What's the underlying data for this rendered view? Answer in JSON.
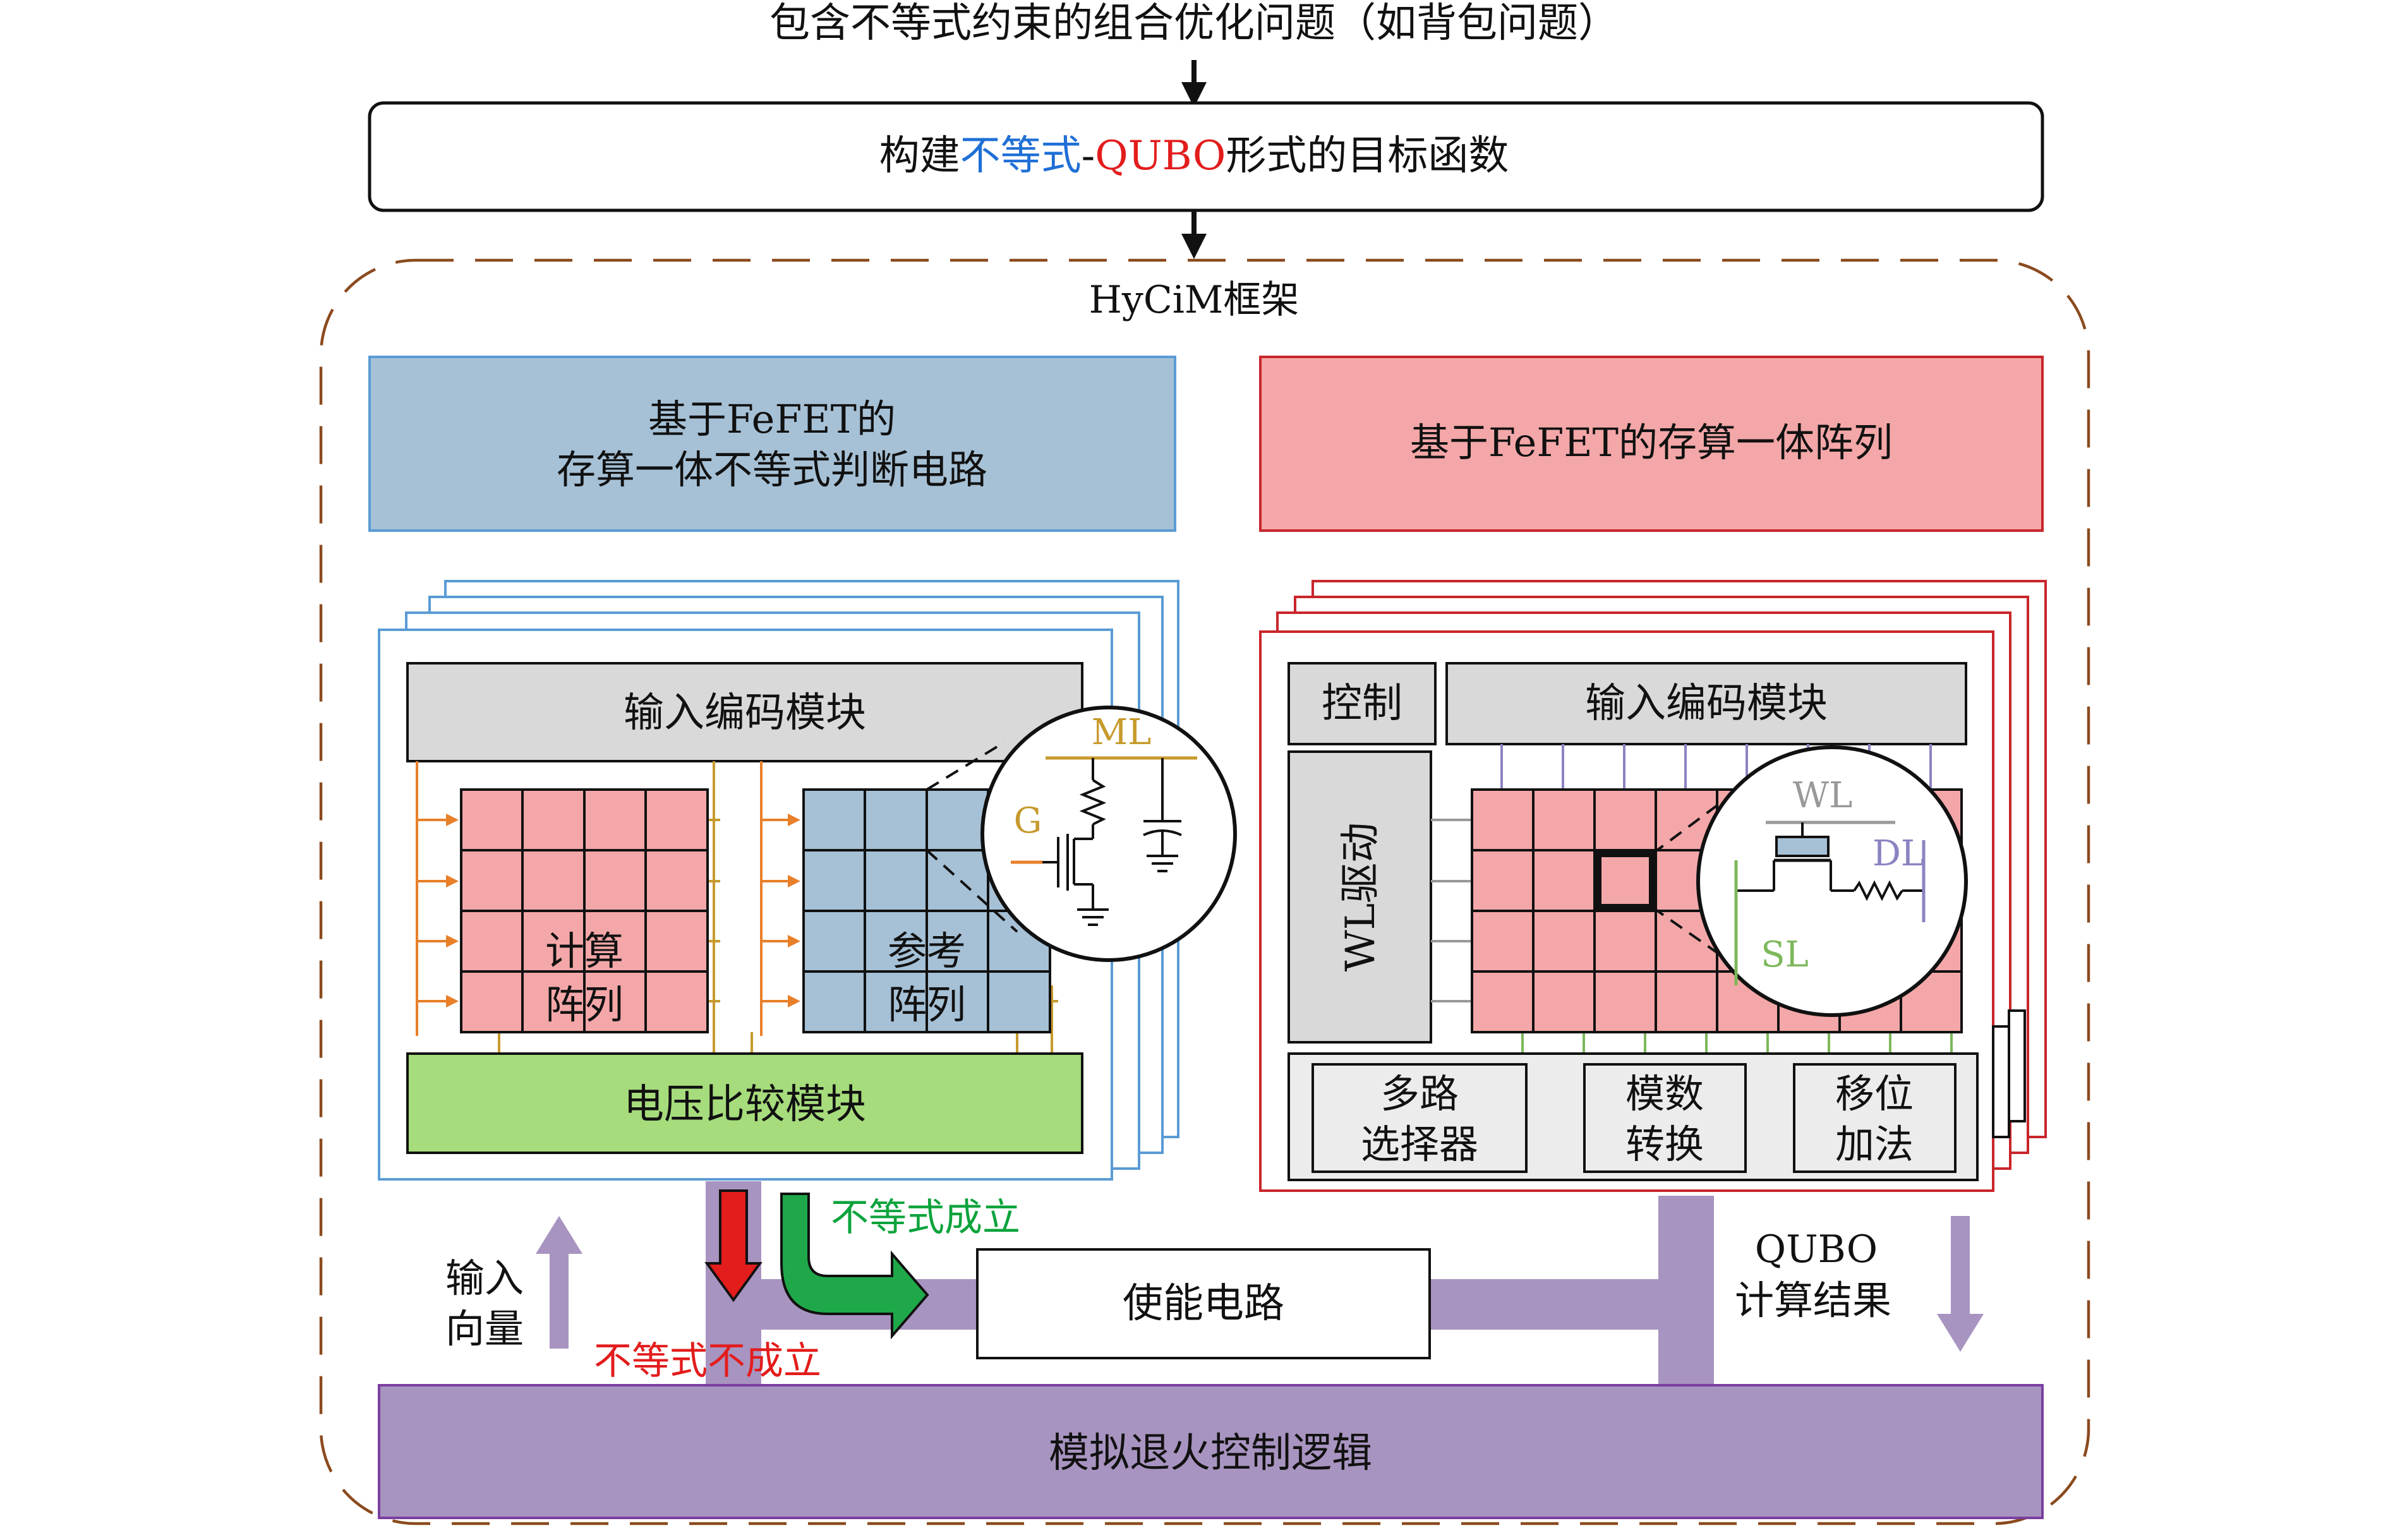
{
  "top_title": "包含不等式约束的组合优化问题（如背包问题）",
  "objective": {
    "prefix": "构建",
    "ineq": "不等式",
    "dash": "-",
    "qubo": "QUBO",
    "suffix": "形式的目标函数"
  },
  "framework_label": "HyCiM框架",
  "left_header": {
    "line1": "基于FeFET的",
    "line2": "存算一体不等式判断电路"
  },
  "right_header": "基于FeFET的存算一体阵列",
  "left_block": {
    "input_encoder": "输入编码模块",
    "compute_array": [
      "计算",
      "阵列"
    ],
    "reference_array": [
      "参考",
      "阵列"
    ],
    "voltage_compare": "电压比较模块",
    "cell_ml": "ML",
    "cell_g": "G"
  },
  "right_block": {
    "control": "控制",
    "input_encoder": "输入编码模块",
    "wl_driver": "WL驱动",
    "mux": [
      "多路",
      "选择器"
    ],
    "adc": [
      "模数",
      "转换"
    ],
    "shift_add": [
      "移位",
      "加法"
    ],
    "cell_wl": "WL",
    "cell_dl": "DL",
    "cell_sl": "SL"
  },
  "enable_circuit": "使能电路",
  "input_vector": [
    "输入",
    "向量"
  ],
  "satisfied": "不等式成立",
  "not_satisfied": "不等式不成立",
  "qubo_result": [
    "QUBO",
    "计算结果"
  ],
  "annealing": "模拟退火控制逻辑",
  "colors": {
    "blue_header": "#a6c1d6",
    "red_header": "#f4a7a8",
    "pink_cell": "#f4a7a8",
    "blue_cell": "#a6c1d6",
    "gray_box": "#d9d9d9",
    "green_box": "#a6dc7c",
    "purple": "#a894c0",
    "red_arrow": "#e31c1c",
    "green_arrow": "#1fa84a",
    "ineq_text": "#1f6fd6",
    "qubo_text": "#e31c1c",
    "satisfied_text": "#0ca33c",
    "gold": "#c69a2c",
    "orange": "#e8802a",
    "lavender": "#8a84c2",
    "green_line": "#7cb85a"
  }
}
